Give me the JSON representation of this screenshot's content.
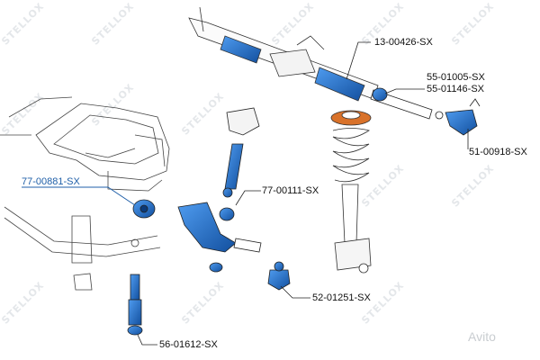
{
  "watermark": {
    "text": "STELLOX"
  },
  "avito_logo": {
    "text": "Avito"
  },
  "colors": {
    "part_blue": "#1f6fd6",
    "part_dark": "#174f9f",
    "highlight": "#1f5fa8",
    "line": "#222222",
    "watermark": "#e4e7ea"
  },
  "parts": [
    {
      "id": "tie-rod-end",
      "number": "51-00918-SX"
    },
    {
      "id": "steering-rack",
      "number": "13-00426-SX"
    },
    {
      "id": "inner-tie-rod",
      "number_a": "55-01005-SX",
      "number_b": "55-01146-SX"
    },
    {
      "id": "control-arm",
      "number": "77-00111-SX"
    },
    {
      "id": "ball-joint",
      "number": "52-01251-SX"
    },
    {
      "id": "bushing",
      "number": "77-00881-SX"
    },
    {
      "id": "stabilizer-link",
      "number": "56-01612-SX"
    }
  ]
}
